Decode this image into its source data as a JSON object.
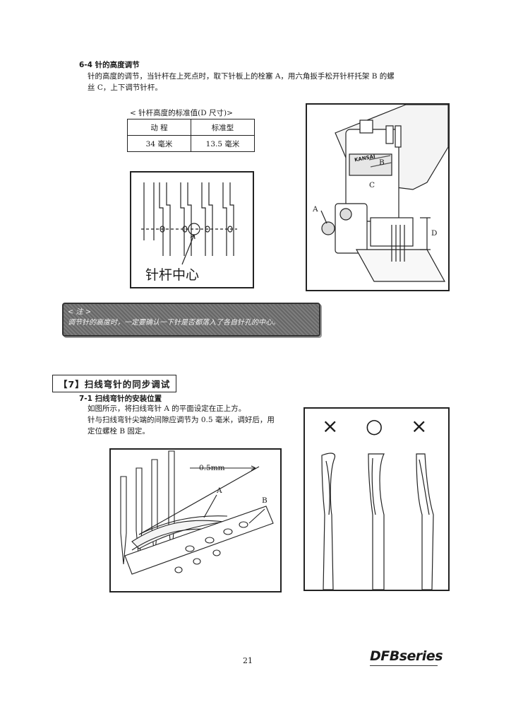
{
  "section_6_4": {
    "heading": "6-4 针的高度调节",
    "para_line1": "针的高度的调节，当针杆在上死点时，取下针板上的栓塞 A，用六角扳手松开针杆托架 B 的螺",
    "para_line2": "丝 C，上下调节针杆。"
  },
  "spec_table": {
    "caption": "< 针杆高度的标准值(D 尺寸)>",
    "headers": [
      "动 程",
      "标准型"
    ],
    "row": [
      "34 毫米",
      "13.5 毫米"
    ]
  },
  "needle_diagram": {
    "label": "针杆中心"
  },
  "machine_figure": {
    "label_a": "A",
    "label_b": "B",
    "label_c": "C",
    "label_d": "D",
    "brand_on_machine": "KANSAI"
  },
  "note_box": {
    "title": "< 注 >",
    "text": "调节针的高度时，一定要确认一下针是否都落入了各自针孔的中心。"
  },
  "section_7": {
    "title": "【7】扫线弯针的同步调试",
    "sub_heading": "7-1 扫线弯针的安装位置",
    "line1": "如图所示，将扫线弯针 A 的平面设定在正上方。",
    "line2": "针与扫线弯针尖端的间隙应调节为 0.5 毫米，调好后，用",
    "line3": "定位螺栓 B 固定。"
  },
  "looper_figure": {
    "gap_label": "0.5mm",
    "label_a": "A",
    "label_b": "B"
  },
  "position_figure": {
    "marks": [
      "×",
      "○",
      "×"
    ]
  },
  "footer": {
    "page_number": "21",
    "brand": "DFBseries"
  }
}
